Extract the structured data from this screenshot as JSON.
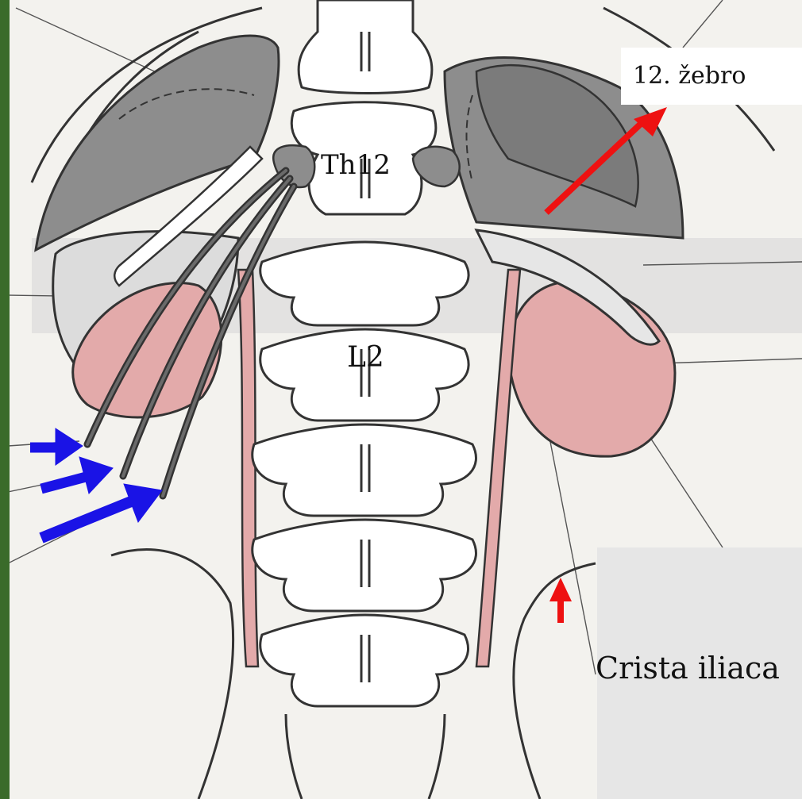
{
  "labels": {
    "th12": "Th12",
    "l2": "L2",
    "rib12": "12. žebro",
    "crista": "Crista iliaca"
  },
  "colors": {
    "frame": "#3a6b2a",
    "paper": "#f3f2ee",
    "bone_dark": "#8f8f8f",
    "bone_light": "#d6d6d6",
    "kidney": "#e3aaaa",
    "outline": "#2e2e2e",
    "arrow_red": "#ee1111",
    "arrow_blue": "#1a13e6"
  },
  "icons": {
    "red_arrows": "arrow-icon",
    "blue_arrows": "arrow-icon"
  }
}
